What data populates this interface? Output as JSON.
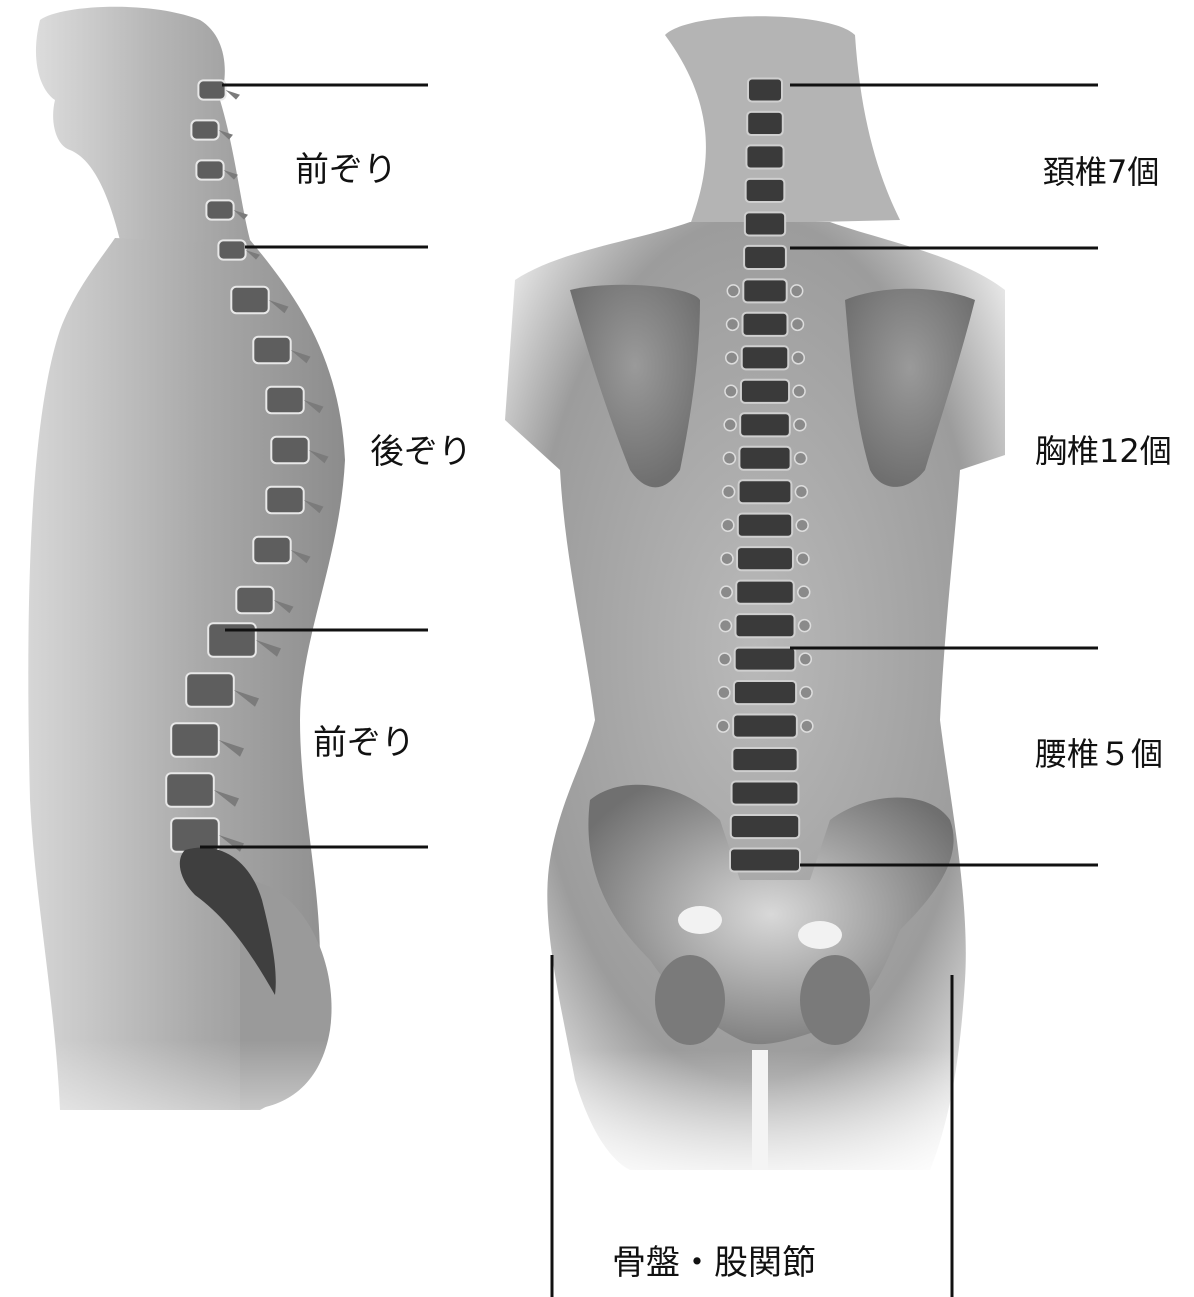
{
  "figure": {
    "side_view": {
      "curves": [
        {
          "label": "前ぞり"
        },
        {
          "label": "後ぞり"
        },
        {
          "label": "前ぞり"
        }
      ]
    },
    "back_view": {
      "regions": [
        {
          "label": "頚椎7個"
        },
        {
          "label": "胸椎12個"
        },
        {
          "label": "腰椎５個"
        }
      ],
      "pelvis_label": "骨盤・股関節"
    }
  }
}
